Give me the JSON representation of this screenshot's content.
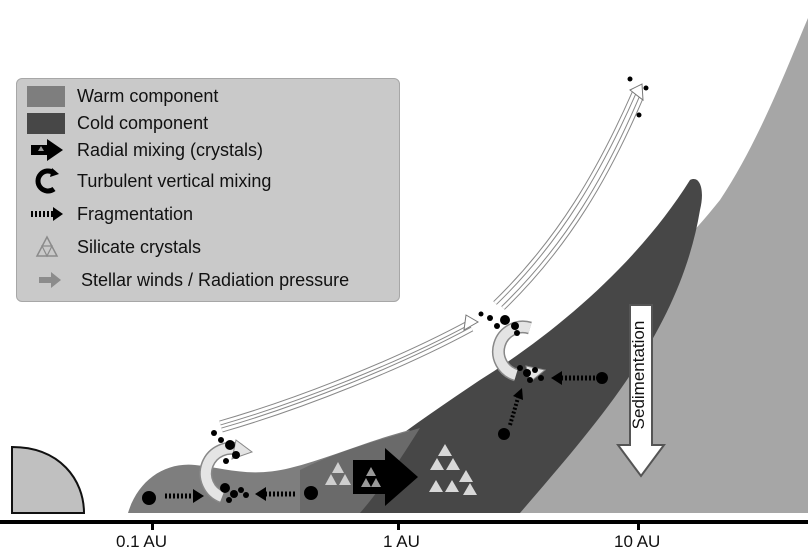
{
  "legend": {
    "items": [
      {
        "symbol": "warm-swatch",
        "label": "Warm component",
        "color": "#7e7e7e"
      },
      {
        "symbol": "cold-swatch",
        "label": "Cold component",
        "color": "#474747"
      },
      {
        "symbol": "radial-mixing-arrow-icon",
        "label": "Radial mixing (crystals)"
      },
      {
        "symbol": "turbulent-mixing-icon",
        "label": "Turbulent vertical mixing"
      },
      {
        "symbol": "fragmentation-arrow-icon",
        "label": "Fragmentation"
      },
      {
        "symbol": "silicate-crystal-icon",
        "label": "Silicate crystals"
      },
      {
        "symbol": "stellar-wind-arrow-icon",
        "label": "Stellar winds / Radiation pressure"
      }
    ]
  },
  "axis": {
    "ticks": [
      {
        "label": "0.1 AU"
      },
      {
        "label": "1 AU"
      },
      {
        "label": "10 AU"
      }
    ]
  },
  "annotations": {
    "sedimentation": "Sedimentation"
  },
  "colors": {
    "warm": "#7e7e7e",
    "cold": "#474747",
    "outer_disk": "#a6a6a6",
    "star": "#c0c0c0",
    "legend_bg": "#c9c9c9"
  }
}
